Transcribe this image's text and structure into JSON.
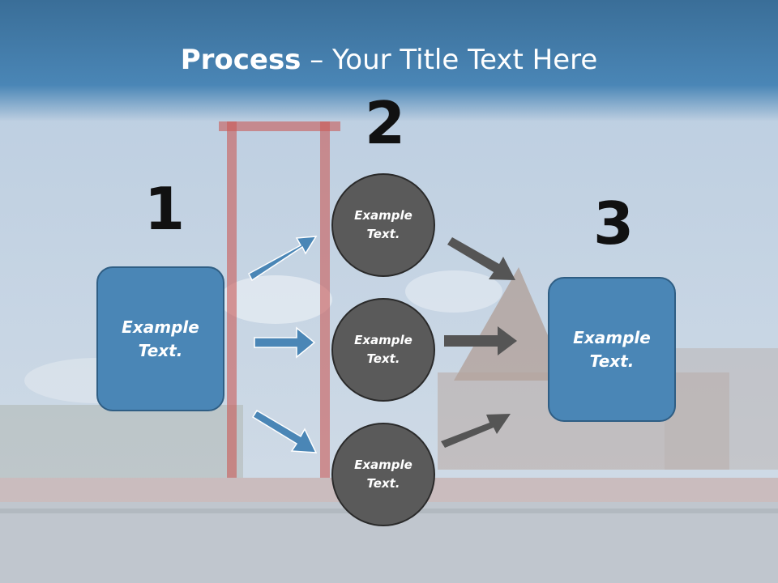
{
  "title": {
    "strong": "Process",
    "rest": " – Your Title Text Here"
  },
  "steps": [
    {
      "number": "1",
      "text": "Example Text."
    },
    {
      "number": "2",
      "items": [
        "Example Text.",
        "Example Text.",
        "Example Text."
      ]
    },
    {
      "number": "3",
      "text": "Example Text."
    }
  ],
  "colors": {
    "box": "#4a86b6",
    "circle": "#5a5a5a",
    "blue_arrow": "#4a86b6",
    "gray_arrow": "#555555"
  }
}
